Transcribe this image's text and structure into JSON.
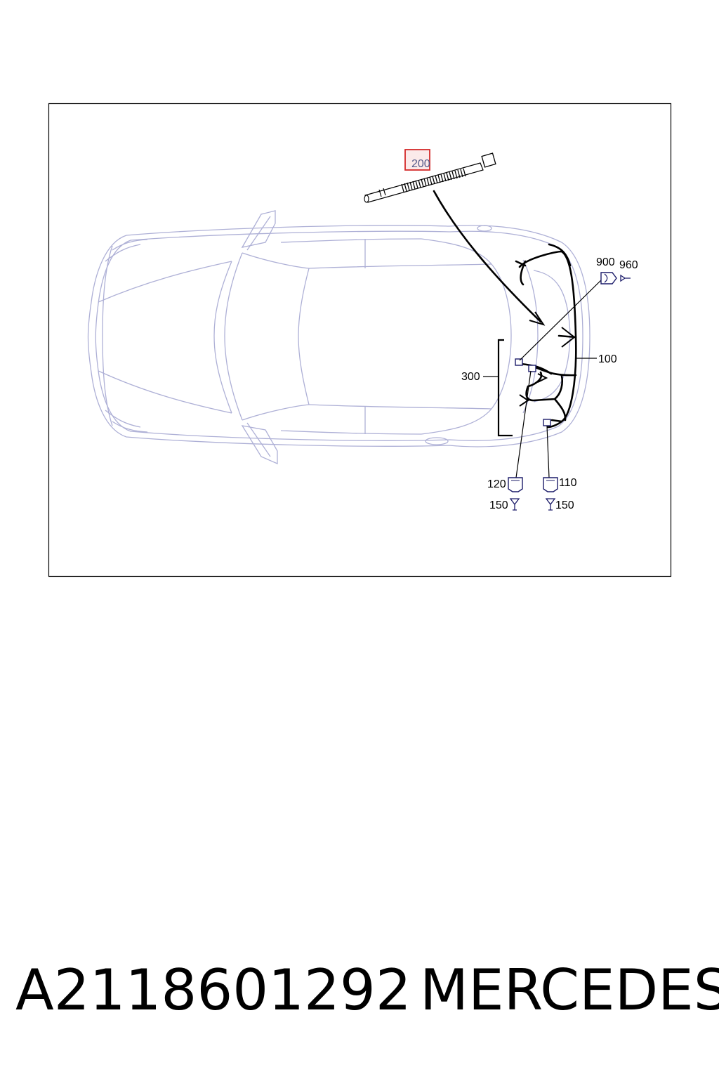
{
  "labels": {
    "l100": "100",
    "l110": "110",
    "l120": "120",
    "l150a": "150",
    "l150b": "150",
    "l200": "200",
    "l300": "300",
    "l900": "900",
    "l960": "960"
  },
  "highlight": {
    "label": "200",
    "color": "#d42a2a"
  },
  "colors": {
    "car_outline": "#aeb0d6",
    "connector": "#1c1c6a",
    "wire": "#000000"
  },
  "caption": {
    "part_number": "A2118601292",
    "brand": "MERCEDES"
  }
}
